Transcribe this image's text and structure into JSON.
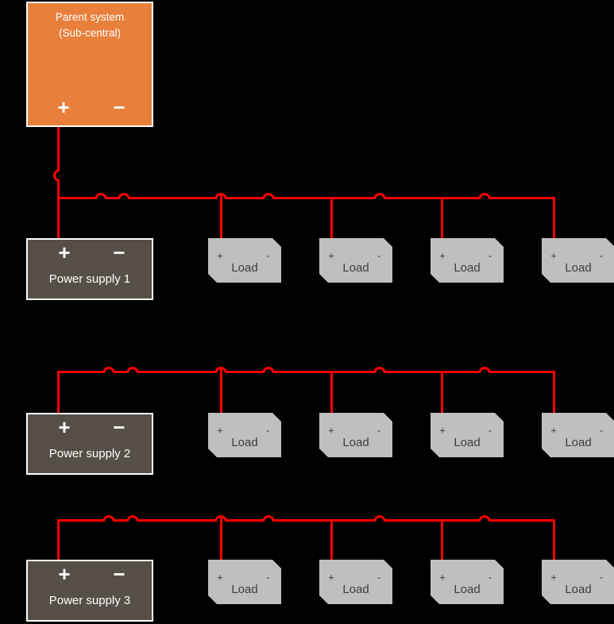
{
  "colors": {
    "bg": "#000000",
    "wire": "#ff0000",
    "parent_fill": "#e8803c",
    "supply_fill": "#564f47",
    "load_fill": "#bfbfbf",
    "box_border": "#ffffff",
    "text_light": "#ffffff",
    "text_dark": "#3d3d3d"
  },
  "parent": {
    "title_line1": "Parent system",
    "title_line2": "(Sub-central)",
    "plus": "+",
    "minus": "−"
  },
  "rows": [
    {
      "power_supply": {
        "label": "Power supply 1",
        "plus": "+",
        "minus": "−"
      },
      "loads": [
        {
          "label": "Load",
          "plus": "+",
          "minus": "-"
        },
        {
          "label": "Load",
          "plus": "+",
          "minus": "-"
        },
        {
          "label": "Load",
          "plus": "+",
          "minus": "-"
        },
        {
          "label": "Load",
          "plus": "+",
          "minus": "-"
        }
      ]
    },
    {
      "power_supply": {
        "label": "Power supply 2",
        "plus": "+",
        "minus": "−"
      },
      "loads": [
        {
          "label": "Load",
          "plus": "+",
          "minus": "-"
        },
        {
          "label": "Load",
          "plus": "+",
          "minus": "-"
        },
        {
          "label": "Load",
          "plus": "+",
          "minus": "-"
        },
        {
          "label": "Load",
          "plus": "+",
          "minus": "-"
        }
      ]
    },
    {
      "power_supply": {
        "label": "Power supply 3",
        "plus": "+",
        "minus": "−"
      },
      "loads": [
        {
          "label": "Load",
          "plus": "+",
          "minus": "-"
        },
        {
          "label": "Load",
          "plus": "+",
          "minus": "-"
        },
        {
          "label": "Load",
          "plus": "+",
          "minus": "-"
        },
        {
          "label": "Load",
          "plus": "+",
          "minus": "-"
        }
      ]
    }
  ]
}
